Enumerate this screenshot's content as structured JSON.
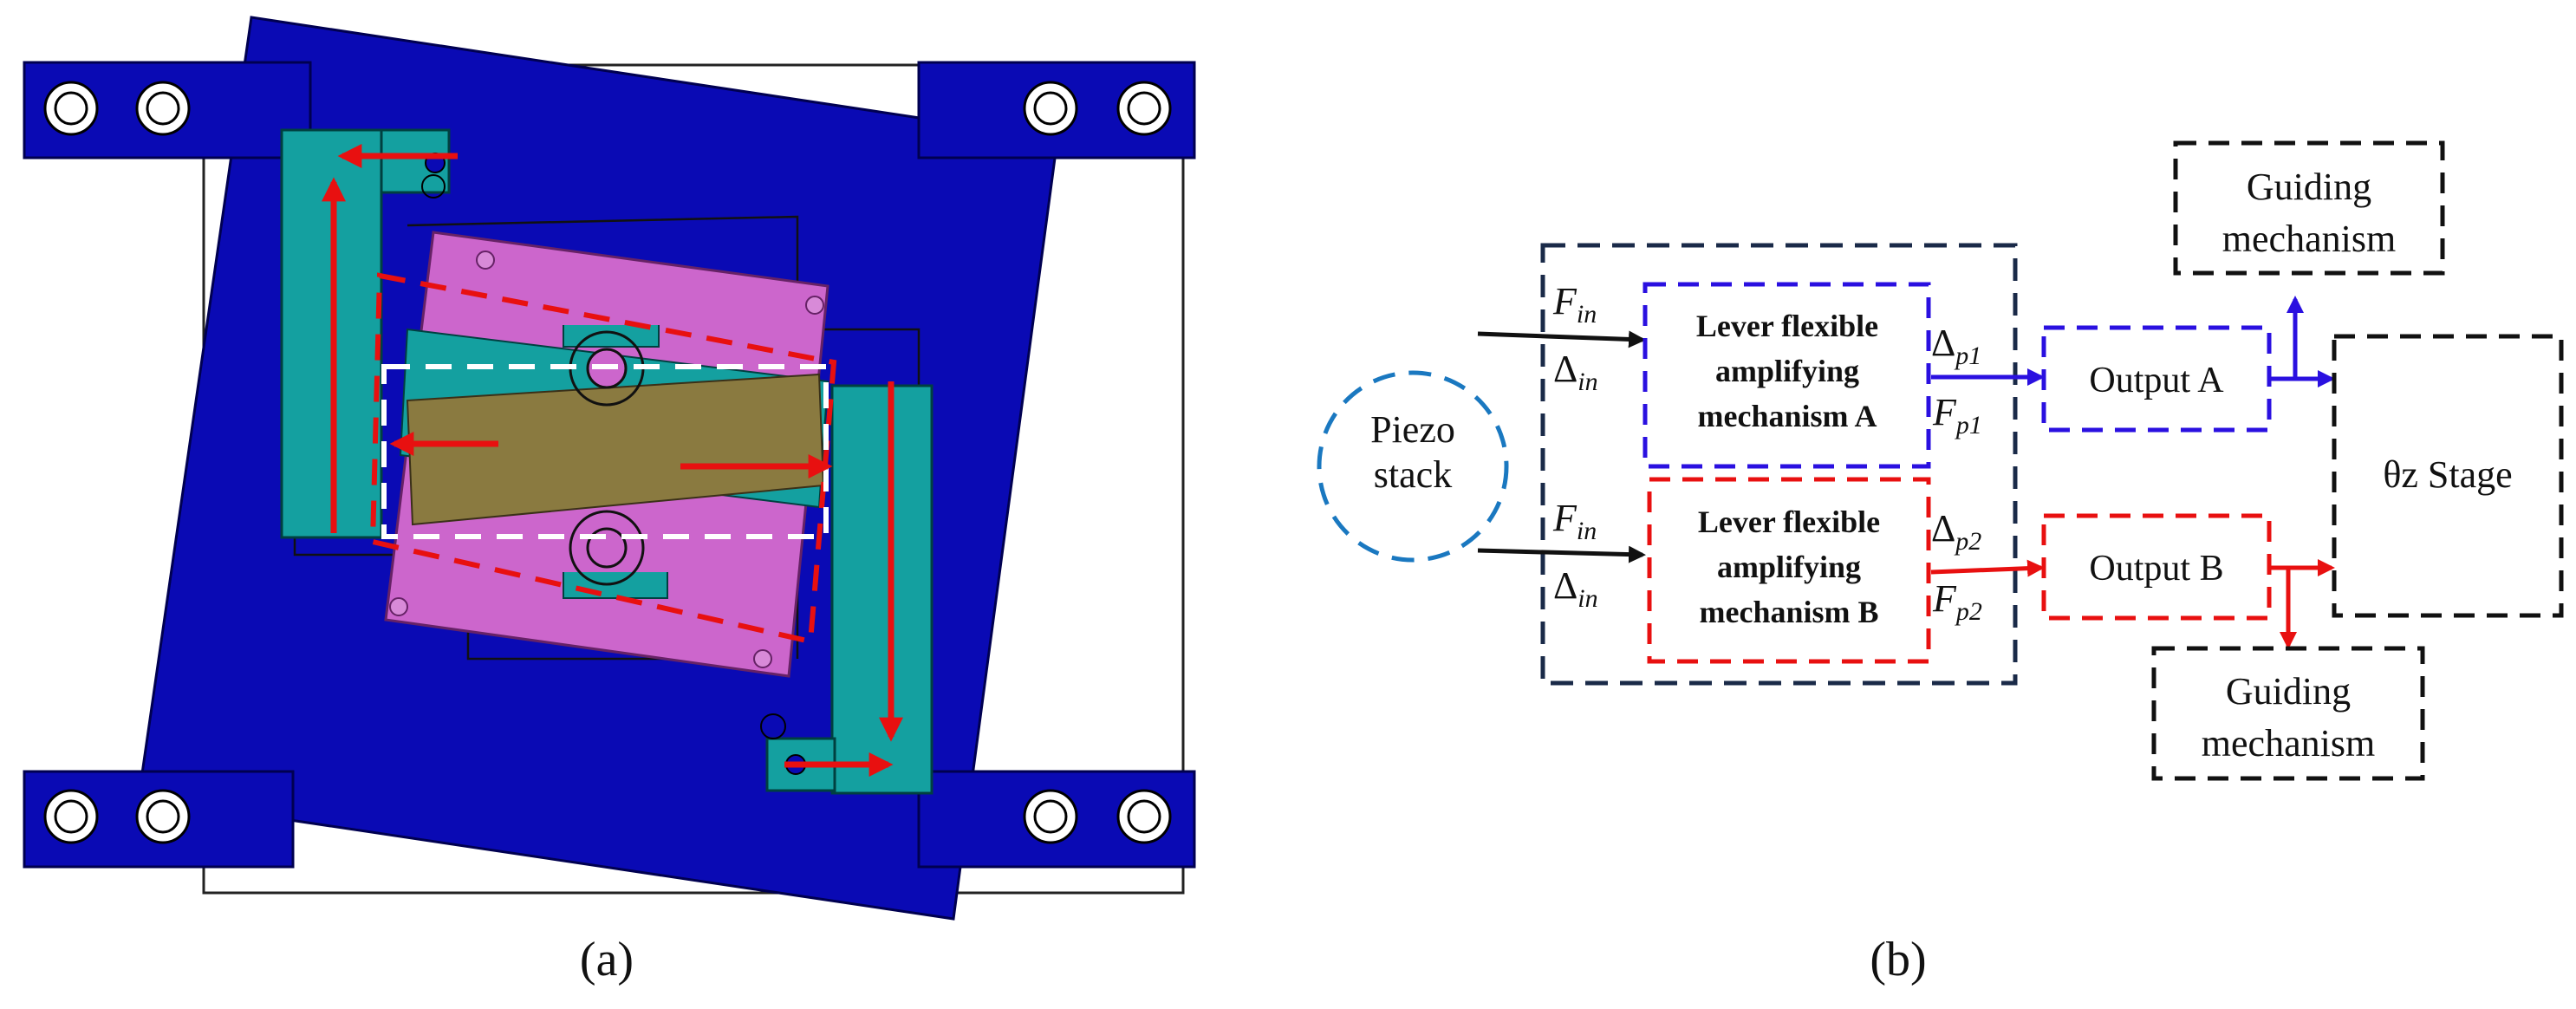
{
  "panels": {
    "a": {
      "label": "(a)"
    },
    "b": {
      "label": "(b)",
      "piezo": {
        "line1": "Piezo",
        "line2": "stack"
      },
      "input_top": {
        "force": "F",
        "force_sub": "in",
        "disp": "Δ",
        "disp_sub": "in"
      },
      "input_bottom": {
        "force": "F",
        "force_sub": "in",
        "disp": "Δ",
        "disp_sub": "in"
      },
      "lever_a": {
        "line1": "Lever flexible",
        "line2": "amplifying",
        "line3": "mechanism A"
      },
      "lever_b": {
        "line1": "Lever flexible",
        "line2": "amplifying",
        "line3": "mechanism B"
      },
      "out_a_labels": {
        "disp": "Δ",
        "disp_sub": "p1",
        "force": "F",
        "force_sub": "p1"
      },
      "out_b_labels": {
        "disp": "Δ",
        "disp_sub": "p2",
        "force": "F",
        "force_sub": "p2"
      },
      "output_a": "Output A",
      "output_b": "Output B",
      "stage": "θz Stage",
      "guiding_top": {
        "line1": "Guiding",
        "line2": "mechanism"
      },
      "guiding_bottom": {
        "line1": "Guiding",
        "line2": "mechanism"
      }
    }
  },
  "colors": {
    "frame_blue": "#0a0ab4",
    "teal": "#14a0a0",
    "magenta": "#cc66cc",
    "olive": "#8a7a40",
    "arrow_red": "#e81010",
    "mech_a_blue": "#2a10e0",
    "piezo_blue": "#1a78c0",
    "box_navy": "#1a2a48",
    "box_black": "#111111"
  }
}
